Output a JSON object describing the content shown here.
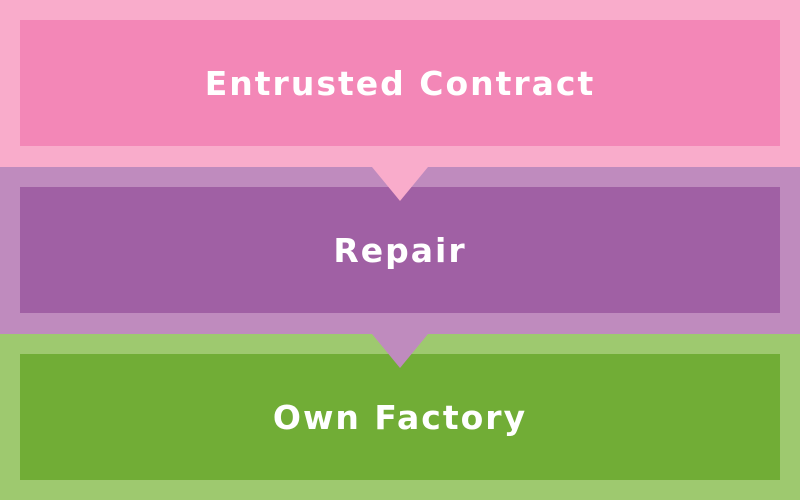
{
  "steps": [
    {
      "label": "Entrusted Contract",
      "color": "#f387b7",
      "band_color": "#f9accb"
    },
    {
      "label": "Repair",
      "color": "#a060a4",
      "band_color": "#bf8bbe"
    },
    {
      "label": "Own Factory",
      "color": "#71ad36",
      "band_color": "#9ec96f"
    }
  ]
}
